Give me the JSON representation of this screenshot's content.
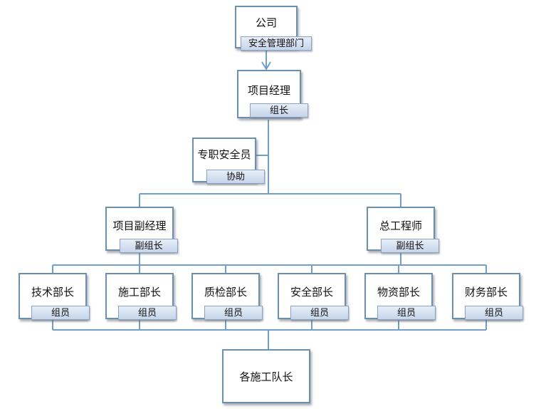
{
  "nodes": {
    "company": {
      "title": "公司",
      "tag": "安全管理部门"
    },
    "project_manager": {
      "title": "项目经理",
      "tag": "组长"
    },
    "safety_officer": {
      "title": "专职安全员",
      "tag": "协助"
    },
    "deputy_manager": {
      "title": "项目副经理",
      "tag": "副组长"
    },
    "chief_engineer": {
      "title": "总工程师",
      "tag": "副组长"
    },
    "tech": {
      "title": "技术部长",
      "tag": "组员"
    },
    "construction": {
      "title": "施工部长",
      "tag": "组员"
    },
    "quality": {
      "title": "质检部长",
      "tag": "组员"
    },
    "safety": {
      "title": "安全部长",
      "tag": "组员"
    },
    "materials": {
      "title": "物资部长",
      "tag": "组员"
    },
    "finance": {
      "title": "财务部长",
      "tag": "组员"
    },
    "team_leaders": {
      "title": "各施工队长"
    }
  },
  "colors": {
    "connector": "#6f9fca",
    "box_border": "#6d8fae",
    "tag_fill": "#d3dfee"
  }
}
